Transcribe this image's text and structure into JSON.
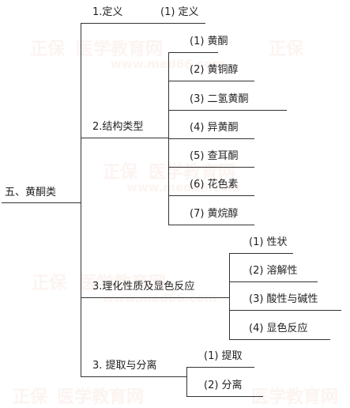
{
  "root": {
    "label": "五、黄酮类"
  },
  "branches": [
    {
      "label": "1.定义",
      "leaves": [
        "(1) 定义"
      ]
    },
    {
      "label": "2.结构类型",
      "leaves": [
        "(1) 黄酮",
        "(2) 黄铜醇",
        "(3) 二氢黄酮",
        "(4) 异黄酮",
        "(5) 查耳酮",
        "(6) 花色素",
        "(7) 黄烷醇"
      ]
    },
    {
      "label": "3.理化性质及显色反应",
      "leaves": [
        "(1) 性状",
        "(2) 溶解性",
        "(3) 酸性与碱性",
        "(4) 显色反应"
      ]
    },
    {
      "label": "3. 提取与分离",
      "leaves": [
        "(1) 提取",
        "(2) 分离"
      ]
    }
  ],
  "watermark": {
    "logo": "正保",
    "name": "医学教育网",
    "url": "www.med66.com"
  },
  "colors": {
    "line": "#333333",
    "text": "#222222",
    "watermark": "#e8967a"
  }
}
